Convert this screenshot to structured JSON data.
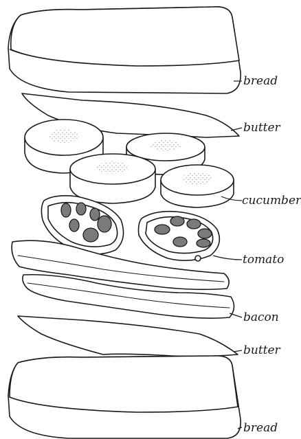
{
  "labels": {
    "bread_top": "bread",
    "butter_top": "butter",
    "cucumber": "cucumber",
    "tomato": "tomato",
    "bacon": "bacon",
    "butter_bottom": "butter",
    "bread_bottom": "bread"
  },
  "colors": {
    "ink": "#1a1a1a",
    "paper": "#ffffff",
    "shade": "#7a7a7a"
  }
}
